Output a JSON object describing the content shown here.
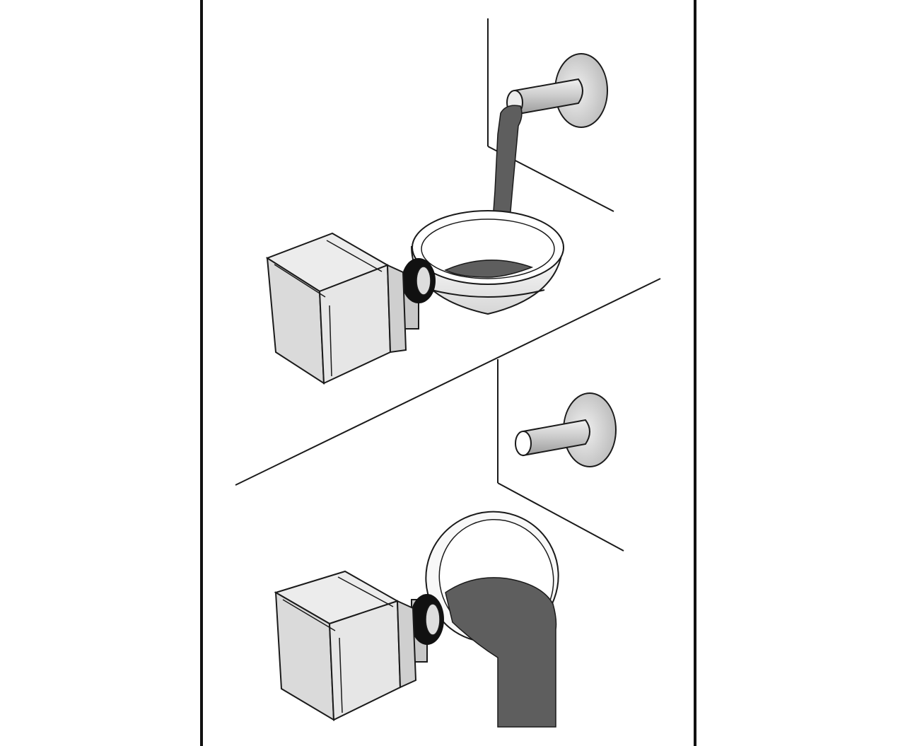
{
  "figure": {
    "panels": [
      {
        "id": "top",
        "state": "pouring-into-bowl"
      },
      {
        "id": "bottom",
        "state": "bowl-tipped-emptying"
      }
    ],
    "colors": {
      "background": "#ffffff",
      "line": "#1a1a1a",
      "motor": "#e2e2e2",
      "motor-shade": "#cfcfcf",
      "pipe": "#d0d0d0",
      "liquid": "#5e5e5e",
      "bowl": "#f6f6f6",
      "gasket": "#111111"
    },
    "icons": [
      "motor-unit-icon",
      "bowl-icon",
      "pipe-icon",
      "flange-icon",
      "liquid-stream-icon"
    ]
  }
}
